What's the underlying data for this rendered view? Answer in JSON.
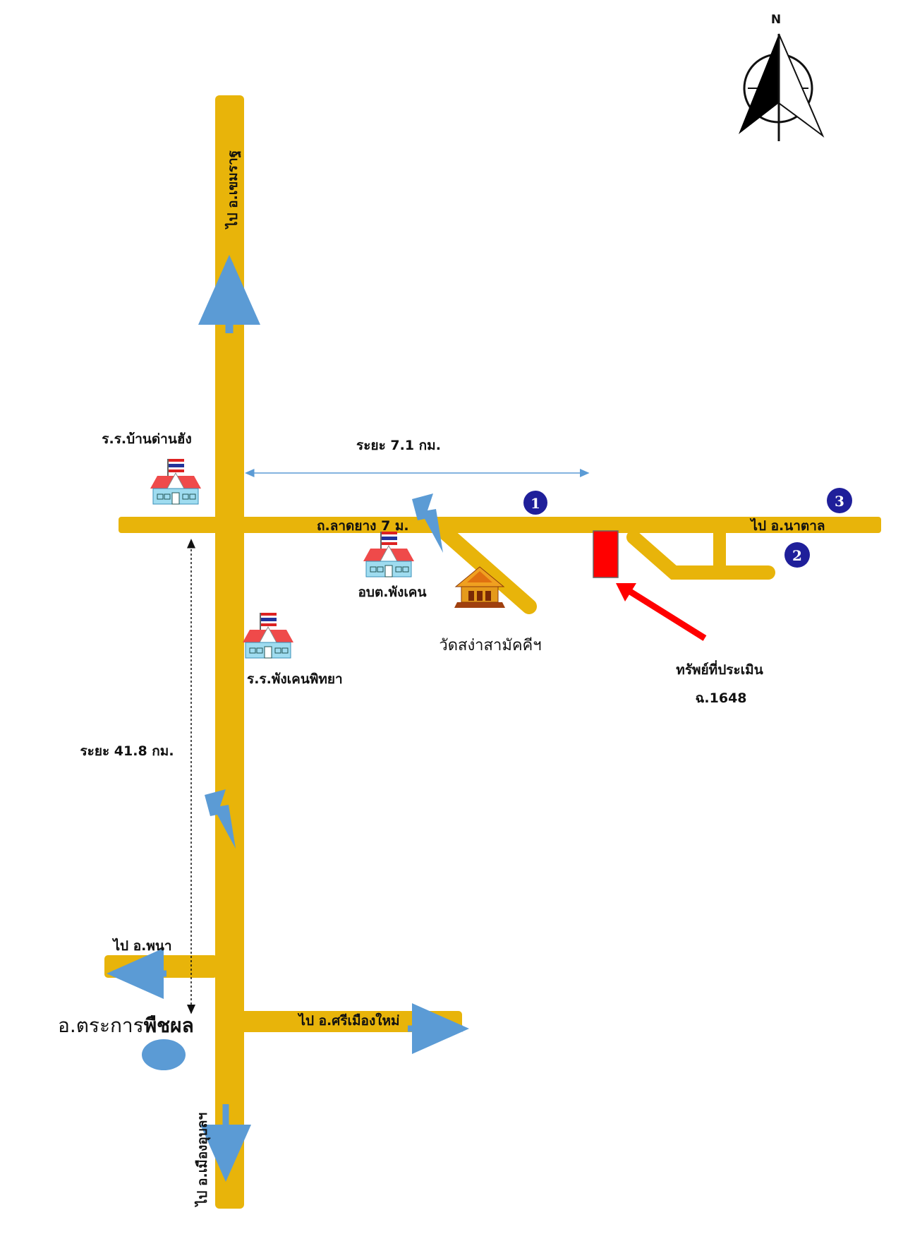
{
  "compass": {
    "north_label": "N"
  },
  "roads": {
    "north": "ไป อ.เขมราฐ",
    "south": "ไป อ.เมืองอุบลฯ",
    "east": "ไป อ.นาตาล",
    "west_branch": "ไป อ.พนา",
    "east_branch": "ไป อ.ศรีเมืองใหม่",
    "main_road": "ถ.ลาดยาง 7 ม."
  },
  "distances": {
    "horizontal": "ระยะ 7.1 กม.",
    "vertical": "ระยะ 41.8 กม."
  },
  "landmarks": {
    "school1": "ร.ร.บ้านด่านฮัง",
    "sao": "อบต.พังเคน",
    "school2": "ร.ร.พังเคนพิทยา",
    "temple": "วัดสง่าสามัคคีฯ",
    "district_prefix": "อ.ตระการ",
    "district_bold": "พืชผล"
  },
  "property": {
    "label": "ทรัพย์ที่ประเมิน",
    "deed": "ฉ.1648"
  },
  "markers": [
    "1",
    "2",
    "3"
  ],
  "colors": {
    "road": "#E8B40A",
    "arrow": "#5B9BD5",
    "property": "#FF0000",
    "marker": "#1F1F9A"
  }
}
